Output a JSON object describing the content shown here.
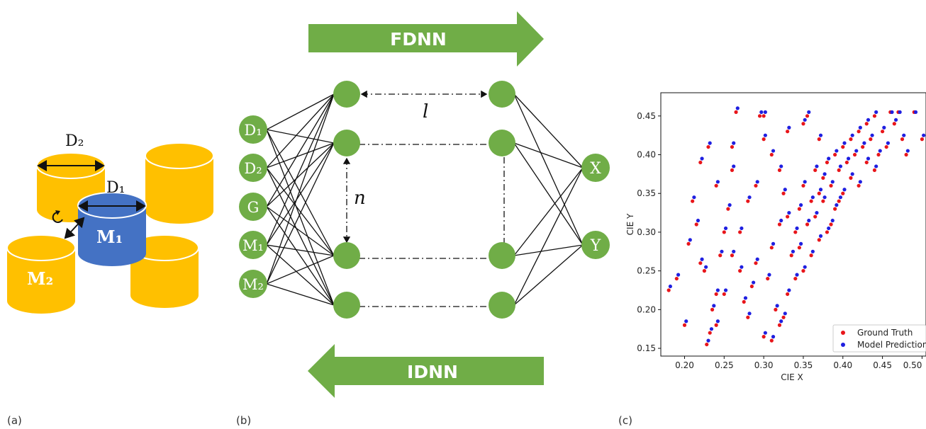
{
  "panels": {
    "a": "(a)",
    "b": "(b)",
    "c": "(c)"
  },
  "colors": {
    "gold": "#FFC000",
    "blue": "#4472C4",
    "green": "#70AD47",
    "arrow_green": "#70AD47",
    "gt_red": "#E8151A",
    "pred_blue": "#1F1FE0"
  },
  "panel_a": {
    "d2_label": "D₂",
    "d1_label": "D₁",
    "m1_label": "M₁",
    "m2_label": "M₂",
    "rotate_icon": "rotate-icon"
  },
  "panel_b": {
    "fdnn_label": "FDNN",
    "idnn_label": "IDNN",
    "inputs": [
      "D₁",
      "D₂",
      "G",
      "M₁",
      "M₂"
    ],
    "outputs": [
      "X",
      "Y"
    ],
    "l_label": "l",
    "n_label": "n"
  },
  "chart_data": {
    "type": "scatter",
    "xlabel": "CIE X",
    "ylabel": "CIE Y",
    "xlim": [
      0.17,
      0.505
    ],
    "ylim": [
      0.14,
      0.48
    ],
    "xticks": [
      "0.20",
      "0.25",
      "0.30",
      "0.35",
      "0.40",
      "0.45",
      "0.50"
    ],
    "yticks": [
      "0.15",
      "0.20",
      "0.25",
      "0.30",
      "0.35",
      "0.40",
      "0.45"
    ],
    "legend_position": "bottom-right",
    "series": [
      {
        "name": "Ground Truth",
        "color": "#E8151A",
        "points": [
          [
            0.18,
            0.225
          ],
          [
            0.19,
            0.24
          ],
          [
            0.2,
            0.18
          ],
          [
            0.205,
            0.285
          ],
          [
            0.21,
            0.34
          ],
          [
            0.215,
            0.31
          ],
          [
            0.22,
            0.26
          ],
          [
            0.225,
            0.25
          ],
          [
            0.228,
            0.155
          ],
          [
            0.232,
            0.17
          ],
          [
            0.235,
            0.2
          ],
          [
            0.24,
            0.22
          ],
          [
            0.245,
            0.27
          ],
          [
            0.25,
            0.3
          ],
          [
            0.255,
            0.33
          ],
          [
            0.26,
            0.38
          ],
          [
            0.265,
            0.455
          ],
          [
            0.27,
            0.25
          ],
          [
            0.275,
            0.21
          ],
          [
            0.28,
            0.19
          ],
          [
            0.285,
            0.23
          ],
          [
            0.29,
            0.26
          ],
          [
            0.295,
            0.45
          ],
          [
            0.3,
            0.165
          ],
          [
            0.305,
            0.24
          ],
          [
            0.31,
            0.28
          ],
          [
            0.315,
            0.2
          ],
          [
            0.32,
            0.31
          ],
          [
            0.325,
            0.35
          ],
          [
            0.33,
            0.22
          ],
          [
            0.335,
            0.27
          ],
          [
            0.34,
            0.3
          ],
          [
            0.345,
            0.33
          ],
          [
            0.35,
            0.36
          ],
          [
            0.355,
            0.45
          ],
          [
            0.36,
            0.34
          ],
          [
            0.365,
            0.38
          ],
          [
            0.37,
            0.35
          ],
          [
            0.375,
            0.37
          ],
          [
            0.38,
            0.39
          ],
          [
            0.385,
            0.36
          ],
          [
            0.39,
            0.4
          ],
          [
            0.395,
            0.38
          ],
          [
            0.4,
            0.41
          ],
          [
            0.405,
            0.39
          ],
          [
            0.41,
            0.42
          ],
          [
            0.415,
            0.4
          ],
          [
            0.42,
            0.43
          ],
          [
            0.425,
            0.41
          ],
          [
            0.43,
            0.44
          ],
          [
            0.435,
            0.42
          ],
          [
            0.44,
            0.45
          ],
          [
            0.445,
            0.4
          ],
          [
            0.45,
            0.43
          ],
          [
            0.455,
            0.41
          ],
          [
            0.46,
            0.455
          ],
          [
            0.465,
            0.44
          ],
          [
            0.47,
            0.455
          ],
          [
            0.475,
            0.42
          ],
          [
            0.48,
            0.4
          ],
          [
            0.49,
            0.455
          ],
          [
            0.5,
            0.42
          ],
          [
            0.36,
            0.27
          ],
          [
            0.37,
            0.29
          ],
          [
            0.38,
            0.3
          ],
          [
            0.35,
            0.25
          ],
          [
            0.34,
            0.24
          ],
          [
            0.33,
            0.32
          ],
          [
            0.385,
            0.31
          ],
          [
            0.39,
            0.33
          ],
          [
            0.4,
            0.35
          ],
          [
            0.41,
            0.37
          ],
          [
            0.42,
            0.36
          ],
          [
            0.43,
            0.39
          ],
          [
            0.44,
            0.38
          ],
          [
            0.395,
            0.34
          ],
          [
            0.375,
            0.34
          ],
          [
            0.365,
            0.32
          ],
          [
            0.355,
            0.31
          ],
          [
            0.345,
            0.28
          ],
          [
            0.26,
            0.41
          ],
          [
            0.24,
            0.36
          ],
          [
            0.23,
            0.41
          ],
          [
            0.22,
            0.39
          ],
          [
            0.3,
            0.42
          ],
          [
            0.31,
            0.4
          ],
          [
            0.32,
            0.38
          ],
          [
            0.29,
            0.36
          ],
          [
            0.28,
            0.34
          ],
          [
            0.27,
            0.3
          ],
          [
            0.26,
            0.27
          ],
          [
            0.25,
            0.22
          ],
          [
            0.24,
            0.18
          ],
          [
            0.3,
            0.45
          ],
          [
            0.33,
            0.43
          ],
          [
            0.35,
            0.44
          ],
          [
            0.37,
            0.42
          ],
          [
            0.31,
            0.16
          ],
          [
            0.32,
            0.18
          ],
          [
            0.325,
            0.19
          ]
        ]
      },
      {
        "name": "Model Prediction",
        "color": "#1F1FE0",
        "points": [
          [
            0.182,
            0.23
          ],
          [
            0.192,
            0.245
          ],
          [
            0.202,
            0.185
          ],
          [
            0.207,
            0.29
          ],
          [
            0.212,
            0.345
          ],
          [
            0.217,
            0.315
          ],
          [
            0.222,
            0.265
          ],
          [
            0.227,
            0.255
          ],
          [
            0.23,
            0.16
          ],
          [
            0.234,
            0.175
          ],
          [
            0.237,
            0.205
          ],
          [
            0.242,
            0.225
          ],
          [
            0.247,
            0.275
          ],
          [
            0.252,
            0.305
          ],
          [
            0.257,
            0.335
          ],
          [
            0.262,
            0.385
          ],
          [
            0.267,
            0.46
          ],
          [
            0.272,
            0.255
          ],
          [
            0.277,
            0.215
          ],
          [
            0.282,
            0.195
          ],
          [
            0.287,
            0.235
          ],
          [
            0.292,
            0.265
          ],
          [
            0.297,
            0.455
          ],
          [
            0.302,
            0.17
          ],
          [
            0.307,
            0.245
          ],
          [
            0.312,
            0.285
          ],
          [
            0.317,
            0.205
          ],
          [
            0.322,
            0.315
          ],
          [
            0.327,
            0.355
          ],
          [
            0.332,
            0.225
          ],
          [
            0.337,
            0.275
          ],
          [
            0.342,
            0.305
          ],
          [
            0.347,
            0.335
          ],
          [
            0.352,
            0.365
          ],
          [
            0.357,
            0.455
          ],
          [
            0.362,
            0.345
          ],
          [
            0.367,
            0.385
          ],
          [
            0.372,
            0.355
          ],
          [
            0.377,
            0.375
          ],
          [
            0.382,
            0.395
          ],
          [
            0.387,
            0.365
          ],
          [
            0.392,
            0.405
          ],
          [
            0.397,
            0.385
          ],
          [
            0.402,
            0.415
          ],
          [
            0.407,
            0.395
          ],
          [
            0.412,
            0.425
          ],
          [
            0.417,
            0.405
          ],
          [
            0.422,
            0.435
          ],
          [
            0.427,
            0.415
          ],
          [
            0.432,
            0.445
          ],
          [
            0.437,
            0.425
          ],
          [
            0.442,
            0.455
          ],
          [
            0.447,
            0.405
          ],
          [
            0.452,
            0.435
          ],
          [
            0.457,
            0.415
          ],
          [
            0.462,
            0.455
          ],
          [
            0.467,
            0.445
          ],
          [
            0.472,
            0.455
          ],
          [
            0.477,
            0.425
          ],
          [
            0.482,
            0.405
          ],
          [
            0.492,
            0.455
          ],
          [
            0.502,
            0.425
          ],
          [
            0.362,
            0.275
          ],
          [
            0.372,
            0.295
          ],
          [
            0.382,
            0.305
          ],
          [
            0.352,
            0.255
          ],
          [
            0.342,
            0.245
          ],
          [
            0.332,
            0.325
          ],
          [
            0.387,
            0.315
          ],
          [
            0.392,
            0.335
          ],
          [
            0.402,
            0.355
          ],
          [
            0.412,
            0.375
          ],
          [
            0.422,
            0.365
          ],
          [
            0.432,
            0.395
          ],
          [
            0.442,
            0.385
          ],
          [
            0.397,
            0.345
          ],
          [
            0.377,
            0.345
          ],
          [
            0.367,
            0.325
          ],
          [
            0.357,
            0.315
          ],
          [
            0.347,
            0.285
          ],
          [
            0.262,
            0.415
          ],
          [
            0.242,
            0.365
          ],
          [
            0.232,
            0.415
          ],
          [
            0.222,
            0.395
          ],
          [
            0.302,
            0.425
          ],
          [
            0.312,
            0.405
          ],
          [
            0.322,
            0.385
          ],
          [
            0.292,
            0.365
          ],
          [
            0.282,
            0.345
          ],
          [
            0.272,
            0.305
          ],
          [
            0.262,
            0.275
          ],
          [
            0.252,
            0.225
          ],
          [
            0.242,
            0.185
          ],
          [
            0.302,
            0.455
          ],
          [
            0.332,
            0.435
          ],
          [
            0.352,
            0.445
          ],
          [
            0.372,
            0.425
          ],
          [
            0.312,
            0.165
          ],
          [
            0.322,
            0.185
          ],
          [
            0.327,
            0.195
          ]
        ]
      }
    ]
  }
}
